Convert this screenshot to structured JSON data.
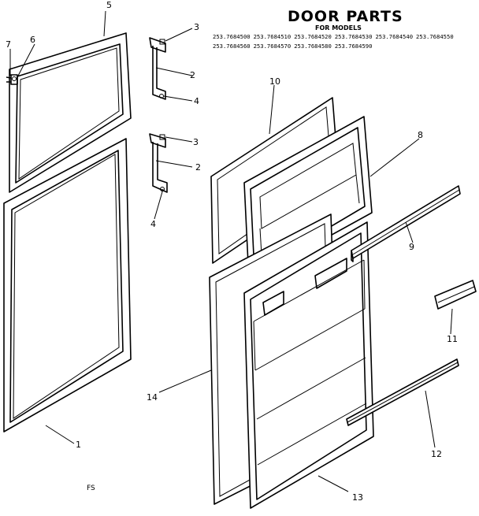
{
  "header": {
    "title": "DOOR PARTS",
    "subtitle": "FOR MODELS",
    "models": [
      "253.7684500",
      "253.7684510",
      "253.7684520",
      "253.7684530",
      "253.7684540",
      "253.7684550",
      "253.7684560",
      "253.7684570",
      "253.7684580",
      "253.7684590"
    ]
  },
  "callouts": [
    "5",
    "6",
    "7",
    "3",
    "2",
    "4",
    "3",
    "2",
    "4",
    "10",
    "8",
    "9",
    "11",
    "12",
    "13",
    "14",
    "1"
  ],
  "footer_code": "FS"
}
